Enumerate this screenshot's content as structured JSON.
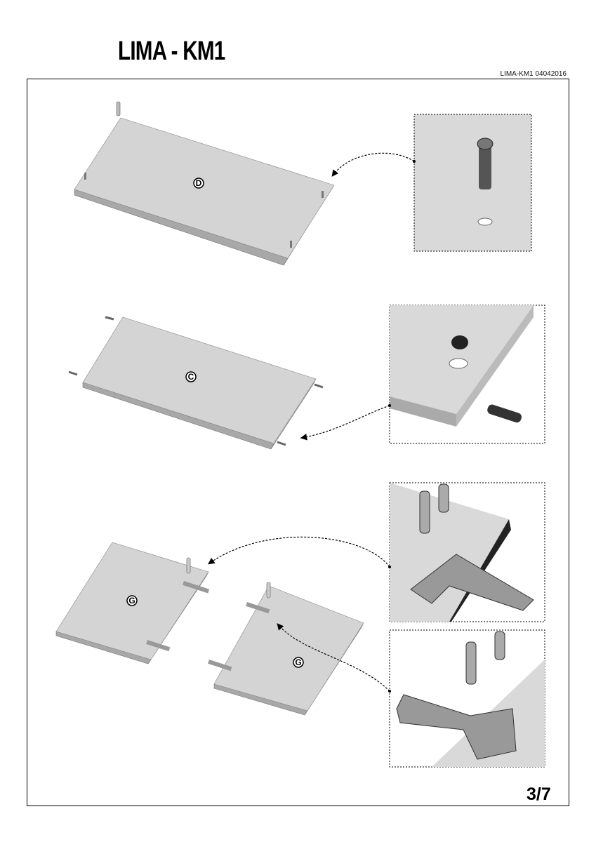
{
  "header": {
    "title": "LIMA - KM1",
    "doc_code": "LIMA-KM1 04042016"
  },
  "steps": [
    {
      "panel_label": "D",
      "detail": "cam-lock-bolt-insertion"
    },
    {
      "panel_label": "C",
      "detail": "cam-lock-and-dowel"
    },
    {
      "panel_label": "G",
      "detail": "hinge-screw-fixing"
    },
    {
      "panel_label": "G",
      "detail": "hinge-screw-fixing"
    }
  ],
  "footer": {
    "page": "3/7"
  },
  "colors": {
    "panel": "#d4d4d4",
    "panel_edge": "#a8a8a8",
    "detail_bg": "#d9d9d9"
  }
}
